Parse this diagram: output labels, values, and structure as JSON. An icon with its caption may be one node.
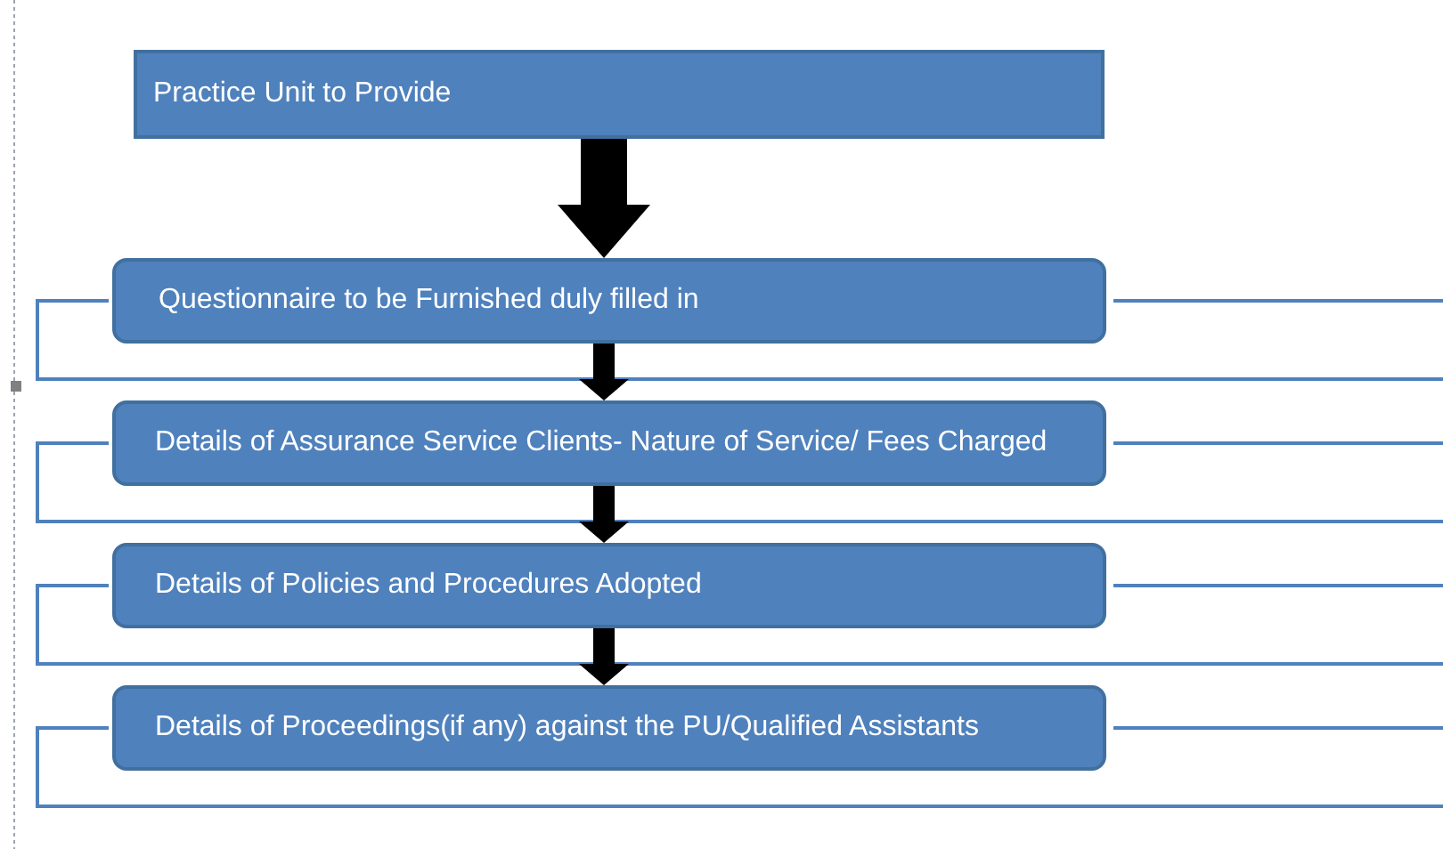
{
  "diagram": {
    "nodes": [
      {
        "text": [
          "Practice Unit to Provide"
        ]
      },
      {
        "text": [
          "Questionnaire to be Furnished duly filled in"
        ]
      },
      {
        "text": [
          "Details of Assurance Service Clients- Nature of Service/ Fees Charged"
        ]
      },
      {
        "text": [
          "Details of Policies and Procedures Adopted"
        ]
      },
      {
        "text": [
          "Details of Proceedings(if any) against the PU/Qualified Assistants"
        ]
      }
    ],
    "edges": [
      {
        "from": 0,
        "to": 1,
        "arrow": "to",
        "style": "thick"
      },
      {
        "from": 1,
        "to": 2,
        "arrow": "to",
        "style": "thick"
      },
      {
        "from": 2,
        "to": 3,
        "arrow": "to",
        "style": "thick"
      },
      {
        "from": 3,
        "to": 4,
        "arrow": "to",
        "style": "thick"
      }
    ]
  }
}
